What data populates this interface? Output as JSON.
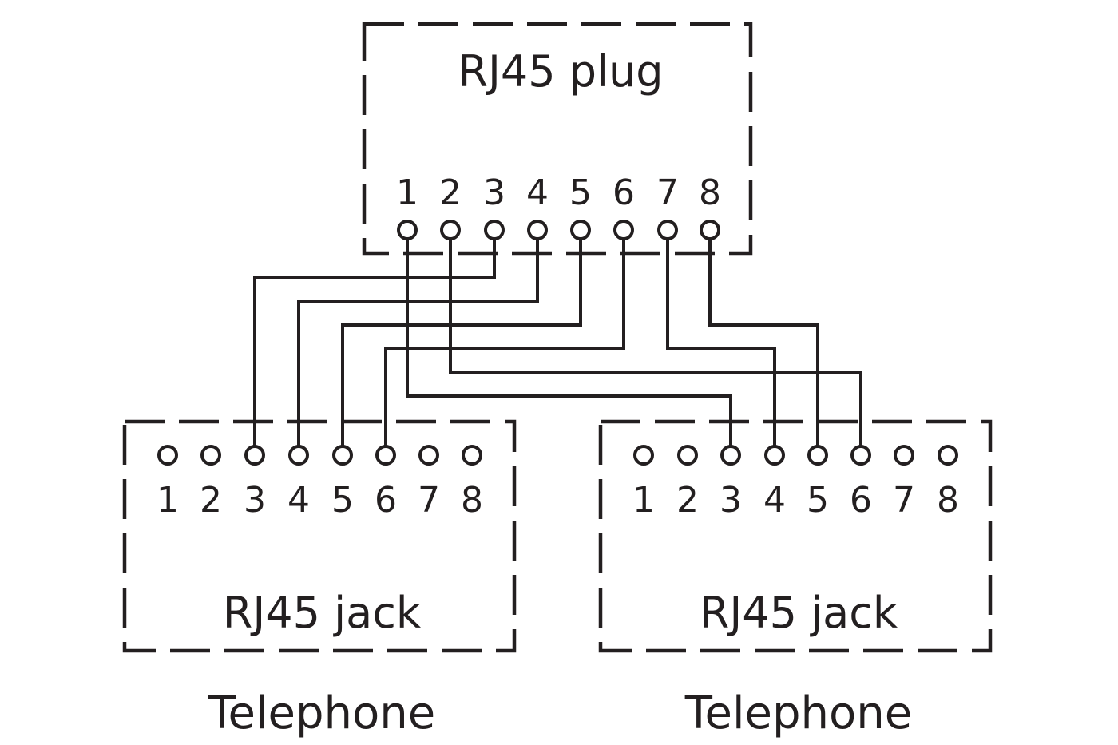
{
  "diagram": {
    "stroke_color": "#231f20",
    "plug": {
      "label": "RJ45 plug",
      "pins": [
        "1",
        "2",
        "3",
        "4",
        "5",
        "6",
        "7",
        "8"
      ]
    },
    "jacks": [
      {
        "label": "RJ45 jack",
        "caption": "Telephone",
        "pins": [
          "1",
          "2",
          "3",
          "4",
          "5",
          "6",
          "7",
          "8"
        ]
      },
      {
        "label": "RJ45 jack",
        "caption": "Telephone",
        "pins": [
          "1",
          "2",
          "3",
          "4",
          "5",
          "6",
          "7",
          "8"
        ]
      }
    ],
    "connections": [
      {
        "plug_pin": 3,
        "jack": 0,
        "jack_pin": 3
      },
      {
        "plug_pin": 4,
        "jack": 0,
        "jack_pin": 4
      },
      {
        "plug_pin": 5,
        "jack": 0,
        "jack_pin": 5
      },
      {
        "plug_pin": 6,
        "jack": 0,
        "jack_pin": 6
      },
      {
        "plug_pin": 1,
        "jack": 1,
        "jack_pin": 3
      },
      {
        "plug_pin": 7,
        "jack": 1,
        "jack_pin": 4
      },
      {
        "plug_pin": 8,
        "jack": 1,
        "jack_pin": 5
      },
      {
        "plug_pin": 2,
        "jack": 1,
        "jack_pin": 6
      }
    ]
  }
}
